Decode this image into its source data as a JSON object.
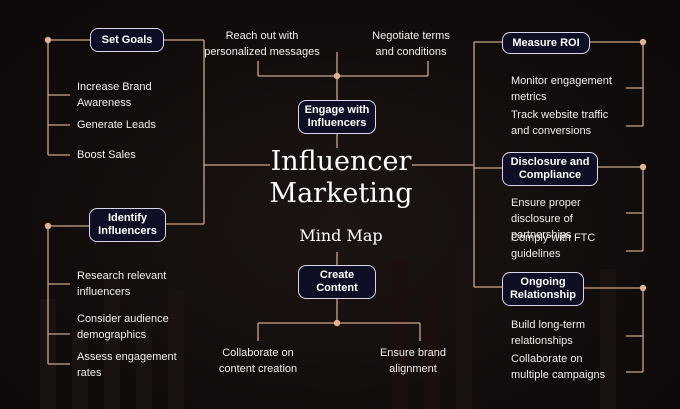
{
  "center": {
    "title_line1": "Influencer",
    "title_line2": "Marketing",
    "subtitle": "Mind Map"
  },
  "nodes": {
    "set_goals": {
      "label": "Set Goals",
      "items": [
        "Increase Brand Awareness",
        "Generate Leads",
        "Boost Sales"
      ]
    },
    "identify_influencers": {
      "label": "Identify Influencers",
      "items": [
        "Research relevant influencers",
        "Consider audience demographics",
        "Assess engagement rates"
      ]
    },
    "engage_with_influencers": {
      "label": "Engage with Influencers",
      "items": [
        "Reach out with personalized messages",
        "Negotiate terms and conditions"
      ]
    },
    "create_content": {
      "label": "Create Content",
      "items": [
        "Collaborate on content creation",
        "Ensure brand alignment"
      ]
    },
    "measure_roi": {
      "label": "Measure ROI",
      "items": [
        "Monitor engagement metrics",
        "Track website traffic and conversions"
      ]
    },
    "disclosure_and_compliance": {
      "label": "Disclosure and Compliance",
      "items": [
        "Ensure proper disclosure of partnerships",
        "Comply with FTC guidelines"
      ]
    },
    "ongoing_relationship": {
      "label": "Ongoing Relationship",
      "items": [
        "Build long-term relationships",
        "Collaborate on multiple campaigns"
      ]
    }
  },
  "colors": {
    "connector": "#c9a58a",
    "dot": "#e2b393",
    "node_fill": "#0e0f24",
    "node_border": "#d9d6ee",
    "background": "#120d0c"
  }
}
